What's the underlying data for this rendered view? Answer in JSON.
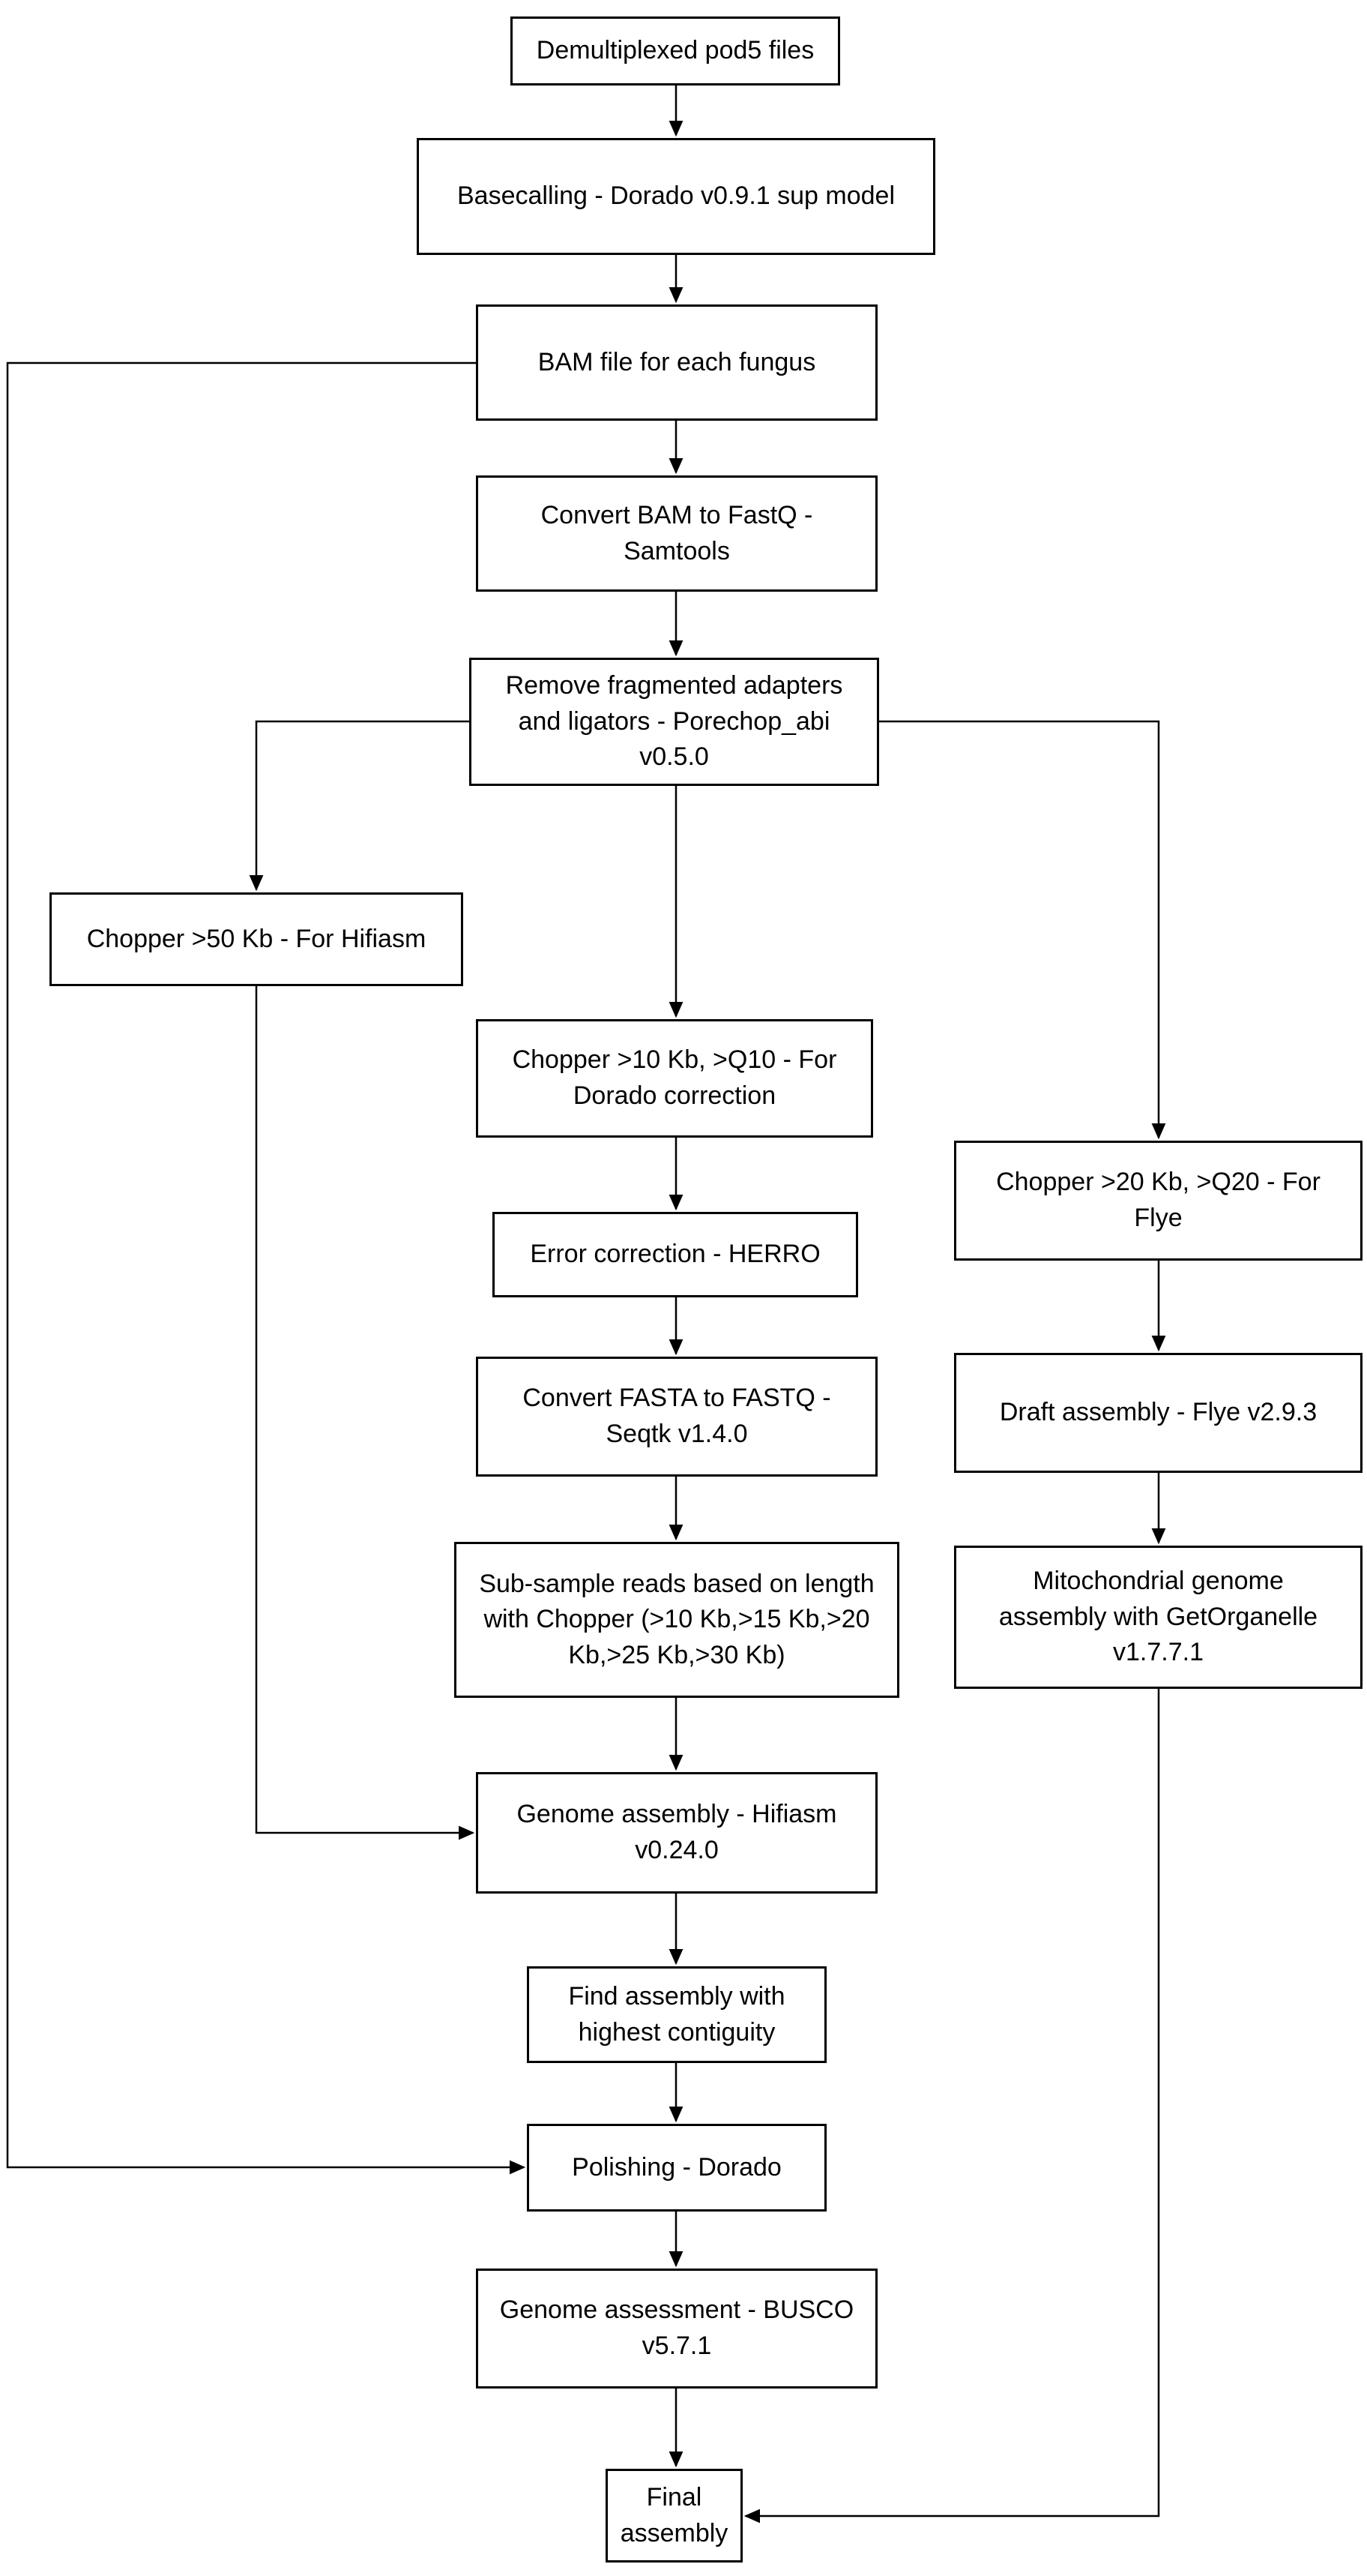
{
  "diagram": {
    "background_color": "#ffffff",
    "stroke_color": "#000000",
    "box_fill_color": "#ffffff",
    "text_color": "#000000",
    "nodes": [
      {
        "id": "demultiplexed-pod5-files",
        "label": "Demultiplexed pod5 files"
      },
      {
        "id": "basecalling-dorado",
        "label": "Basecalling - Dorado v0.9.1 sup model"
      },
      {
        "id": "bam-file-for-each-fungus",
        "label": "BAM file for each fungus"
      },
      {
        "id": "convert-bam-to-fastq-samtools",
        "label": "Convert BAM to FastQ -\nSamtools"
      },
      {
        "id": "remove-adapters-porechop-abi",
        "label": "Remove fragmented adapters\nand ligators - Porechop_abi\nv0.5.0"
      },
      {
        "id": "chopper-50kb-for-hifiasm",
        "label": "Chopper >50 Kb - For Hifiasm"
      },
      {
        "id": "chopper-10kb-q10-dorado-correction",
        "label": "Chopper >10 Kb, >Q10 - For\nDorado correction"
      },
      {
        "id": "error-correction-herro",
        "label": "Error correction - HERRO"
      },
      {
        "id": "convert-fasta-to-fastq-seqtk",
        "label": "Convert FASTA to FASTQ -\nSeqtk v1.4.0"
      },
      {
        "id": "subsample-reads-chopper",
        "label": "Sub-sample reads based on length\nwith Chopper (>10 Kb,>15 Kb,>20\nKb,>25 Kb,>30 Kb)"
      },
      {
        "id": "genome-assembly-hifiasm",
        "label": "Genome assembly - Hifiasm\nv0.24.0"
      },
      {
        "id": "find-assembly-highest-contiguity",
        "label": "Find assembly with\nhighest contiguity"
      },
      {
        "id": "polishing-dorado",
        "label": "Polishing - Dorado"
      },
      {
        "id": "genome-assessment-busco",
        "label": "Genome assessment - BUSCO\nv5.7.1"
      },
      {
        "id": "final-assembly",
        "label": "Final\nassembly"
      },
      {
        "id": "chopper-20kb-q20-for-flye",
        "label": "Chopper >20 Kb, >Q20 - For\nFlye"
      },
      {
        "id": "draft-assembly-flye",
        "label": "Draft assembly - Flye v2.9.3"
      },
      {
        "id": "mitochondrial-getorganelle",
        "label": "Mitochondrial genome\nassembly with GetOrganelle\nv1.7.7.1"
      }
    ],
    "edges": [
      {
        "from": "demultiplexed-pod5-files",
        "to": "basecalling-dorado"
      },
      {
        "from": "basecalling-dorado",
        "to": "bam-file-for-each-fungus"
      },
      {
        "from": "bam-file-for-each-fungus",
        "to": "convert-bam-to-fastq-samtools"
      },
      {
        "from": "convert-bam-to-fastq-samtools",
        "to": "remove-adapters-porechop-abi"
      },
      {
        "from": "remove-adapters-porechop-abi",
        "to": "chopper-10kb-q10-dorado-correction"
      },
      {
        "from": "remove-adapters-porechop-abi",
        "to": "chopper-50kb-for-hifiasm"
      },
      {
        "from": "remove-adapters-porechop-abi",
        "to": "chopper-20kb-q20-for-flye"
      },
      {
        "from": "chopper-50kb-for-hifiasm",
        "to": "genome-assembly-hifiasm"
      },
      {
        "from": "chopper-10kb-q10-dorado-correction",
        "to": "error-correction-herro"
      },
      {
        "from": "error-correction-herro",
        "to": "convert-fasta-to-fastq-seqtk"
      },
      {
        "from": "convert-fasta-to-fastq-seqtk",
        "to": "subsample-reads-chopper"
      },
      {
        "from": "subsample-reads-chopper",
        "to": "genome-assembly-hifiasm"
      },
      {
        "from": "genome-assembly-hifiasm",
        "to": "find-assembly-highest-contiguity"
      },
      {
        "from": "find-assembly-highest-contiguity",
        "to": "polishing-dorado"
      },
      {
        "from": "bam-file-for-each-fungus",
        "to": "polishing-dorado"
      },
      {
        "from": "polishing-dorado",
        "to": "genome-assessment-busco"
      },
      {
        "from": "genome-assessment-busco",
        "to": "final-assembly"
      },
      {
        "from": "chopper-20kb-q20-for-flye",
        "to": "draft-assembly-flye"
      },
      {
        "from": "draft-assembly-flye",
        "to": "mitochondrial-getorganelle"
      },
      {
        "from": "mitochondrial-getorganelle",
        "to": "final-assembly"
      }
    ]
  }
}
